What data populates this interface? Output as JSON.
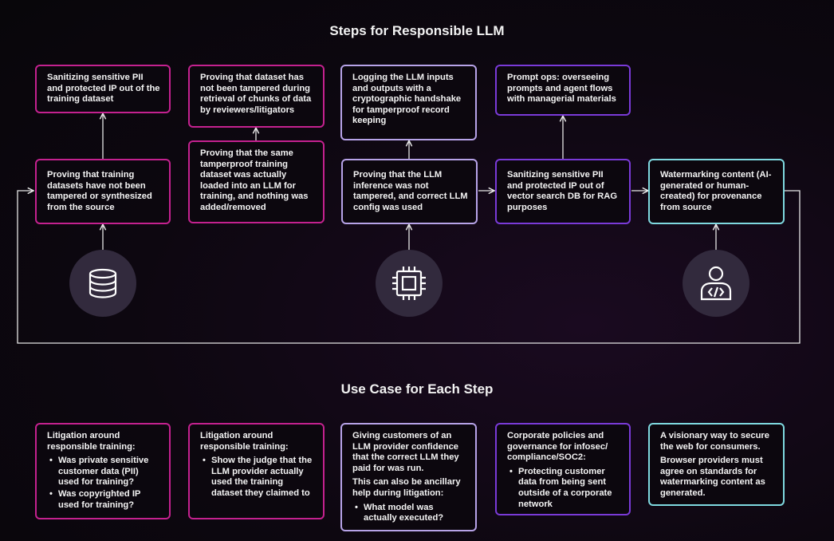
{
  "titles": {
    "steps": "Steps for Responsible LLM",
    "use_cases": "Use Case for Each Step"
  },
  "top_boxes": [
    "Sanitizing sensitive PII and protected IP out of the training dataset",
    "Proving that dataset has not been tampered during retrieval of chunks of data by reviewers/litigators",
    "Logging the LLM inputs and outputs with a cryptographic handshake for tamperproof record keeping",
    "Prompt ops: overseeing prompts and agent flows with managerial materials"
  ],
  "main_boxes": [
    "Proving that training datasets have not been tampered or synthesized from the source",
    "Proving that the same tamperproof training dataset was actually loaded into an LLM for training, and nothing was added/removed",
    "Proving that the LLM inference was not tampered, and correct LLM config was used",
    "Sanitizing sensitive PII and protected IP out of vector search DB for RAG purposes",
    "Watermarking content (AI-generated or human-created) for provenance from source"
  ],
  "icons": [
    {
      "name": "database-icon"
    },
    {
      "name": "chip-icon"
    },
    {
      "name": "developer-icon"
    }
  ],
  "use_cases": [
    {
      "intro": "Litigation around responsible training:",
      "bullets": [
        "Was private sensitive customer data (PII) used for training?",
        "Was copyrighted IP used for training?"
      ]
    },
    {
      "intro": "Litigation around responsible training:",
      "bullets": [
        "Show the judge that the LLM provider actually used the training dataset they claimed to"
      ]
    },
    {
      "intro": "Giving customers of an LLM provider confidence that the correct LLM they paid for was run.",
      "intro2": "This can also be ancillary help during litigation:",
      "bullets": [
        "What model was actually executed?"
      ]
    },
    {
      "intro": "Corporate policies and governance for infosec/ compliance/SOC2:",
      "bullets": [
        "Protecting customer data from being sent outside of a corporate network"
      ]
    },
    {
      "intro": "A visionary way to secure the web for consumers.",
      "intro2": "Browser providers must agree on standards for watermarking content as generated.",
      "bullets": []
    }
  ],
  "colors": {
    "magenta": "#c4218f",
    "lavender": "#b7a3e8",
    "violet": "#7a3ad8",
    "cyan": "#7fd9e0",
    "icon_bg": "#322a3d"
  }
}
